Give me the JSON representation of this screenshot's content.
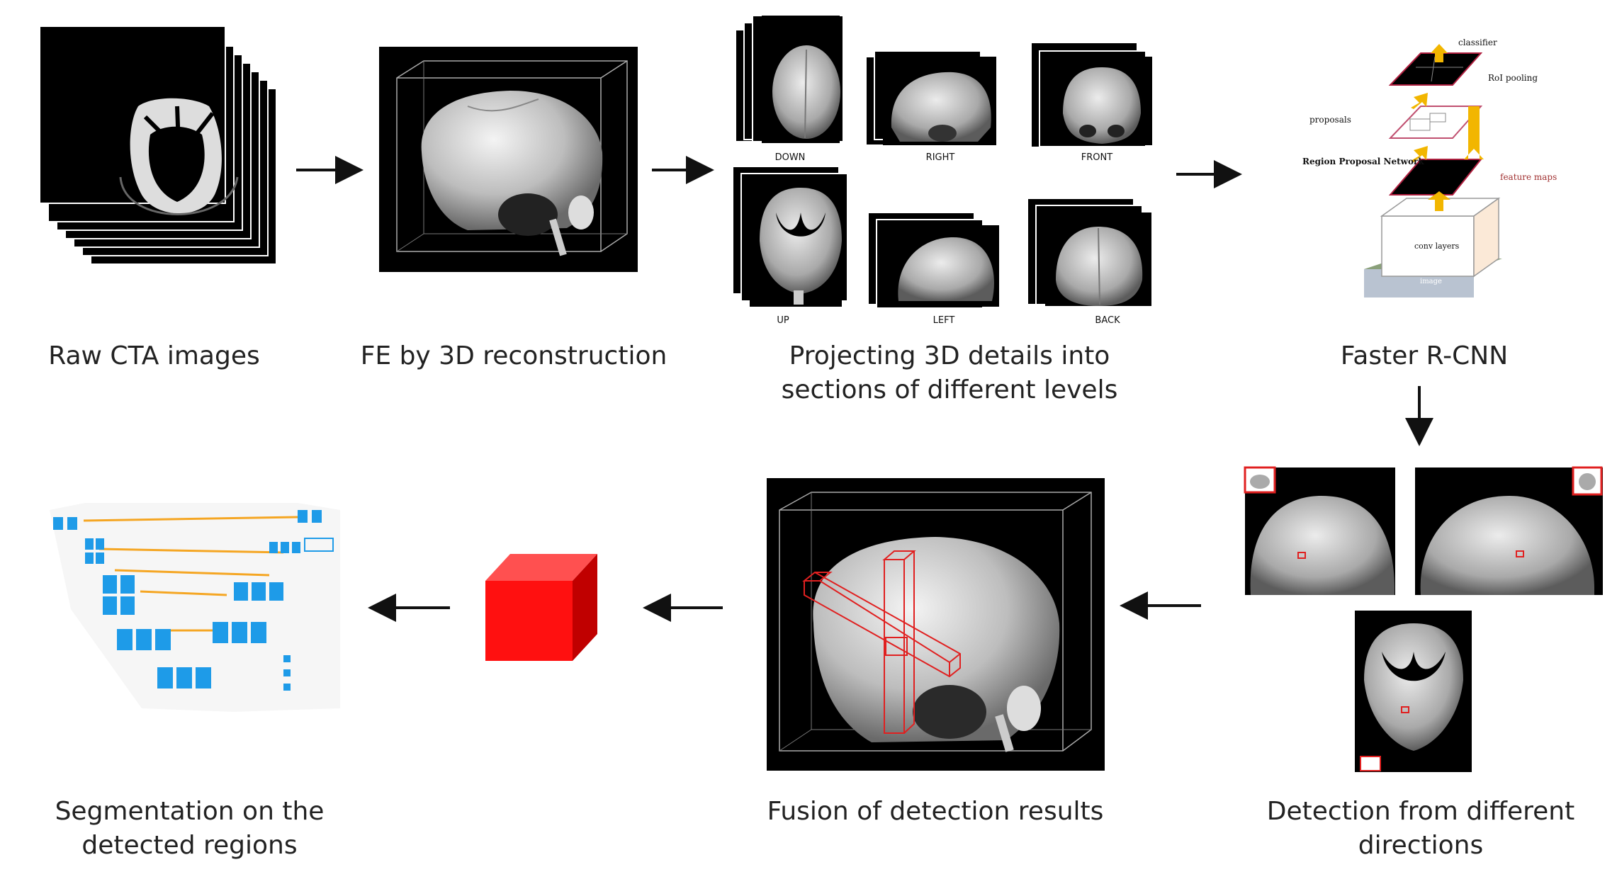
{
  "captions": {
    "raw": "Raw CTA images",
    "fe": "FE by 3D reconstruction",
    "projecting": "Projecting 3D details into sections of different levels",
    "faster": "Faster R-CNN",
    "detection": "Detection from different directions",
    "fusion": "Fusion of detection results",
    "segmentation": "Segmentation on the detected regions"
  },
  "projection_views": [
    "DOWN",
    "RIGHT",
    "FRONT",
    "UP",
    "LEFT",
    "BACK"
  ],
  "rcnn": {
    "classifier": "classifier",
    "roi_pooling": "RoI pooling",
    "proposals": "proposals",
    "rpn": "Region Proposal Network",
    "feature_maps": "feature maps",
    "conv_layers": "conv layers",
    "image": "image"
  },
  "colors": {
    "arrow": "#111111",
    "rcnn_arrow": "#f2b600",
    "detection_box": "#e02020",
    "cube_front": "#ff1010",
    "unet_block": "#1e9be8",
    "unet_skip": "#f5a623"
  }
}
